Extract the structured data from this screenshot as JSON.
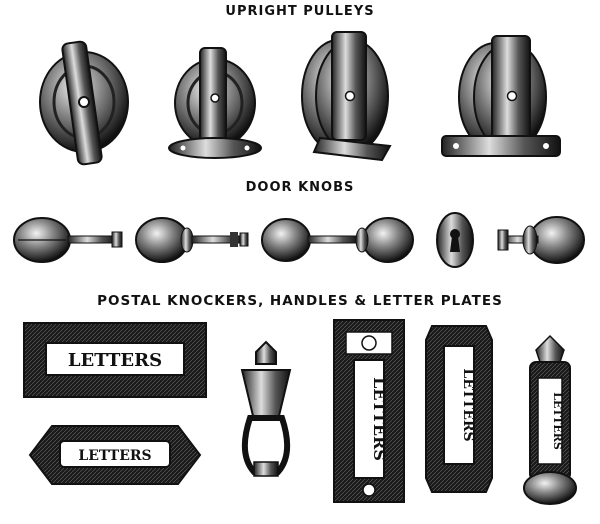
{
  "headings": {
    "pulleys": "UPRIGHT PULLEYS",
    "knobs": "DOOR KNOBS",
    "postal": "POSTAL KNOCKERS, HANDLES & LETTER PLATES"
  },
  "letter_plates": {
    "plate_1": "LETTERS",
    "plate_2": "LETTERS",
    "plate_3": "LETTERS",
    "plate_4": "LETTERS",
    "plate_5": "LETTERS"
  },
  "icons": [
    "pulley-icon",
    "door-knob-icon",
    "keyhole-escutcheon-icon",
    "door-knocker-icon",
    "letter-plate-icon"
  ],
  "colors": {
    "ink": "#111111",
    "paper": "#ffffff",
    "shade": "#555555"
  }
}
